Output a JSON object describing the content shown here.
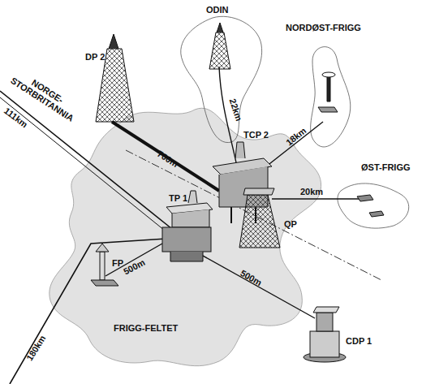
{
  "diagram": {
    "labels": [
      "ODIN",
      "NORDØST-FRIGG",
      "DP 2",
      "NORGE- STORBRITANNIA",
      "111km",
      "TCP 2",
      "22km",
      "18km",
      "ØST-FRIGG",
      "700m",
      "20km",
      "TP 1",
      "QP",
      "FP",
      "500m",
      "500m",
      "180km",
      "FRIGG-FELTET",
      "CDP 1"
    ]
  }
}
